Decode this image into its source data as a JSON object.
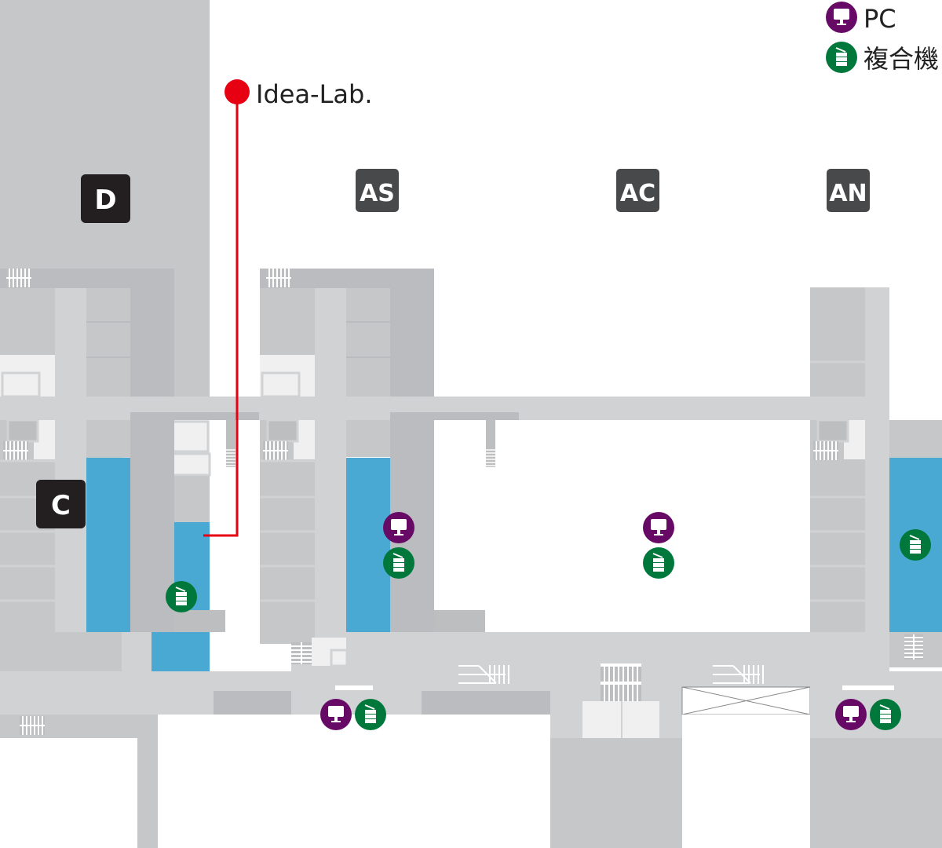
{
  "legend": {
    "pc_label": "PC",
    "mfp_label": "複合機"
  },
  "marker": {
    "label": "Idea-Lab."
  },
  "buildings": {
    "d": "D",
    "c": "C",
    "as": "AS",
    "ac": "AC",
    "an": "AN"
  },
  "icons": {
    "pc": "pc-icon",
    "mfp": "multifunction-printer-icon"
  },
  "colors": {
    "pc": "#660a66",
    "mfp": "#00783c",
    "highlight": "#4aa9d2",
    "marker": "#e60012"
  }
}
